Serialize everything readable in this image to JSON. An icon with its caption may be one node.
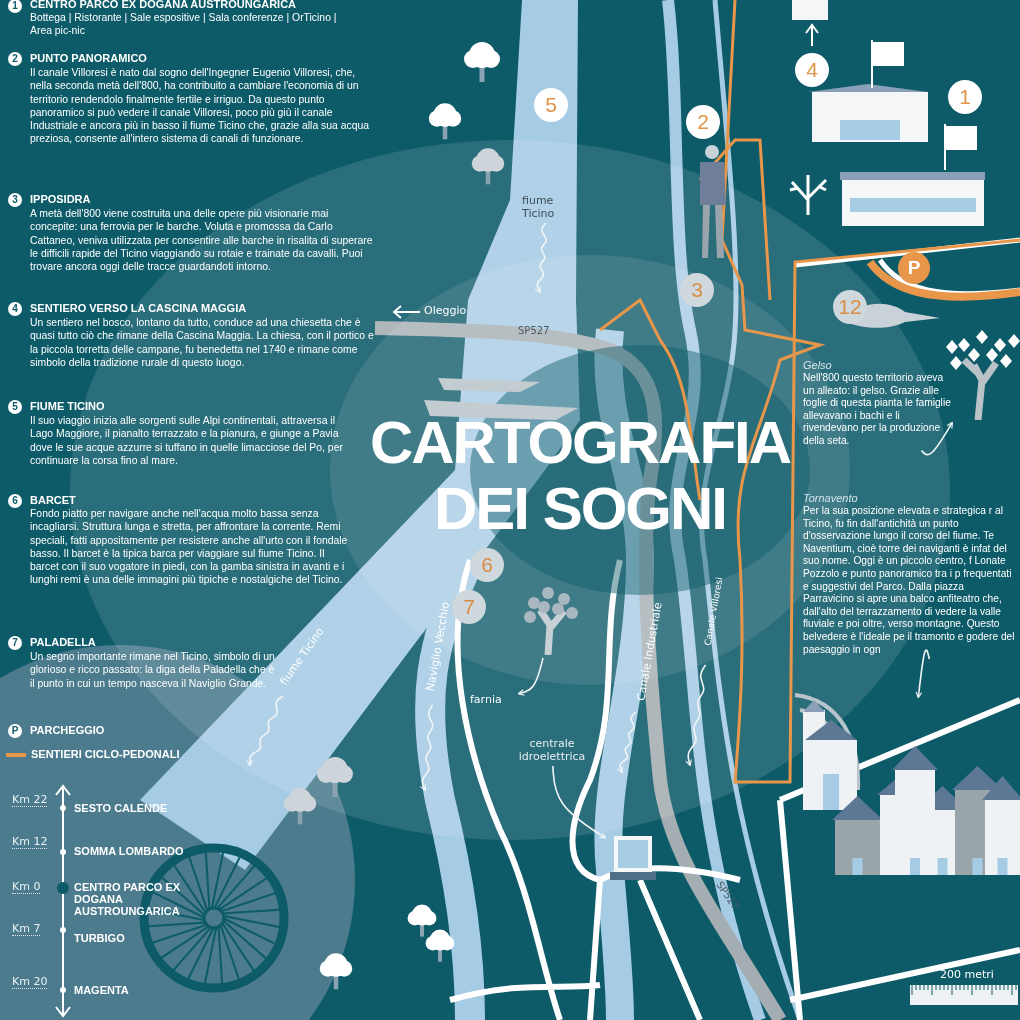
{
  "diagram": {
    "title": "CARTOGRAFIA DEI SOGNI",
    "nodes": [
      {
        "text": [
          "fiume Ticino"
        ]
      },
      {
        "text": [
          "Gelso",
          "Nell'800 questo territorio aveva un alleato: il gelso. Grazie alle foglie di questa pianta le famiglie allevavano i bachi e li rivendevano per la produzione della seta."
        ]
      },
      {
        "text": [],
        "shape": "picture"
      },
      {
        "text": [
          "Tornavento",
          "Per la sua posizione elevata e strategica r al Ticino, fu fin dall'antichità un punto d'osservazione lungo il corso del fiume. Te Naventium, cioè torre dei naviganti è infat del suo nome. Oggi è un piccolo centro, f Lonate Pozzolo e punto panoramico tra i p frequentati e suggestivi del Parco. Dalla piazza Parravicino si apre una balco anfiteatro che, dall'alto del terrazzamento di vedere la valle fluviale e poi oltre, verso montagne. Questo belvedere è l'ideale pe il tramonto e godere del paesaggio in ogn"
        ]
      },
      {
        "text": [],
        "shape": "picture"
      },
      {
        "text": [
          "farnia"
        ]
      },
      {
        "text": [
          "Naviglio Vecchio"
        ]
      },
      {
        "text": [
          "fiume Ticino"
        ]
      },
      {
        "text": [
          "Canale Industriale"
        ]
      },
      {
        "text": [
          "Canale Villoresi"
        ]
      },
      {
        "text": [
          "centrale idroelettrica"
        ]
      },
      {
        "text": [],
        "shape": "picture"
      },
      {
        "text": [],
        "shape": "picture"
      }
    ],
    "edges": [
      {
        "from": 0,
        "to": null,
        "arrow": "to"
      },
      {
        "from": 1,
        "to": 2,
        "arrow": "to"
      },
      {
        "from": 3,
        "to": 12,
        "arrow": "to"
      },
      {
        "from": 4,
        "to": 5,
        "arrow": "to"
      },
      {
        "from": 6,
        "to": null,
        "arrow": "to"
      },
      {
        "from": 7,
        "to": null,
        "arrow": "to"
      },
      {
        "from": 8,
        "to": null,
        "arrow": "to"
      },
      {
        "from": 9,
        "to": null,
        "arrow": "to"
      },
      {
        "from": 10,
        "to": 11,
        "arrow": "to"
      }
    ],
    "labels": [
      "1",
      "CENTRO PARCO EX DOGANA AUSTROUNGARICA",
      "Bottega | Ristorante | Sale espositive | Sala conferenze | OrTicino | Area pic-nic",
      "2",
      "PUNTO PANORAMICO",
      "Il canale Villoresi è nato dal sogno dell'Ingegner Eugenio Villoresi, che, nella seconda metà dell'800, ha contribuito a cambiare l'economia di un territorio rendendolo finalmente fertile e irriguo. Da questo punto panoramico si può vedere il canale Villoresi, poco più giù il canale Industriale e ancora più in basso il fiume Ticino che, grazie alla sua acqua preziosa, consente all'intero sistema di canali di funzionare.",
      "3",
      "IPPOSIDRA",
      "A metà dell'800 viene costruita una delle opere più visionarie mai concepite: una ferrovia per le barche. Voluta e promossa da Carlo Cattaneo, veniva utilizzata per consentire alle barche in risalita di superare le difficili rapide del Ticino viaggiando su rotaie e trainate da cavalli. Puoi trovare ancora oggi delle tracce guardandoti intorno.",
      "4",
      "SENTIERO VERSO LA CASCINA MAGGIA",
      "Un sentiero nel bosco, lontano da tutto, conduce ad una chiesetta che è quasi tutto ciò che rimane della Cascina Maggia. La chiesa, con il portico e la piccola torretta delle campane, fu benedetta nel 1740 e rimane come simbolo della tradizione rurale di questo luogo.",
      "5",
      "FIUME TICINO",
      "Il suo viaggio inizia alle sorgenti sulle Alpi continentali, attraversa il Lago Maggiore, il pianalto terrazzato e la pianura, e giunge a Pavia dove le sue acque azzurre si tuffano in quelle limacciose del Po, per continuare la corsa fino al mare.",
      "6",
      "BARCET",
      "Fondo piatto per navigare anche nell'acqua molto bassa senza incagliarsi. Struttura lunga e stretta, per affrontare la corrente. Remi speciali, fatti appositamente per resistere anche all'urto con il fondale basso. Il barcet è la tipica barca per viaggiare sul fiume Ticino. Il barcet con il suo vogatore in piedi, con la gamba sinistra in avanti e i lunghi remi è una delle immagini più tipiche e nostalgiche del Ticino.",
      "7",
      "PALADELLA",
      "Un segno importante rimane nel Ticino, simbolo di un glorioso e ricco passato: la diga della Paladella che è il punto in cui un tempo nasceva il Naviglio Grande.",
      "P",
      "PARCHEGGIO",
      "Km 22",
      "SESTO CALENDE",
      "Km 12",
      "SOMMA LOMBARDO",
      "Km 0",
      "CENTRO PARCO EX DOGANA AUSTROUNGARICA",
      "Km 7",
      "TURBIGO",
      "Km 20",
      "MAGENTA",
      "4",
      "1",
      "5",
      "2",
      "Oleggio",
      "3",
      "12",
      "P",
      "SP527",
      "6",
      "7",
      "SP527",
      "200 metri"
    ],
    "legend": [
      {
        "text": "SENTIERI CICLO-PEDONALI"
      }
    ]
  }
}
